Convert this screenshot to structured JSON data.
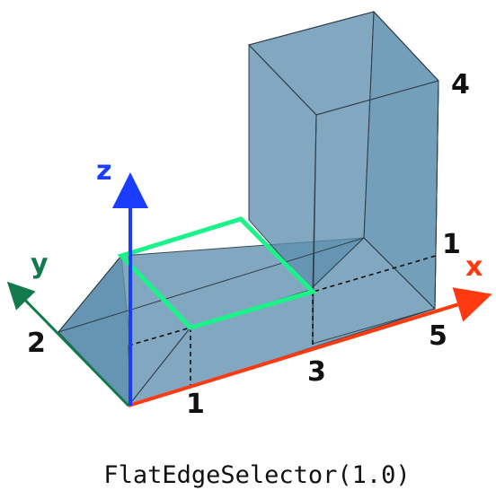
{
  "axes": {
    "x": {
      "label": "x",
      "color": "#ff3a10"
    },
    "y": {
      "label": "y",
      "color": "#127a4c"
    },
    "z": {
      "label": "z",
      "color": "#1a3cff"
    }
  },
  "dimensions": {
    "x_near": "1",
    "x_mid": "3",
    "x_far": "5",
    "y_width": "2",
    "z_low": "1",
    "z_high": "4"
  },
  "colors": {
    "solid_fill": "#5d8fae",
    "edge": "#333333",
    "selected_edge": "#1cf28a"
  },
  "caption": "FlatEdgeSelector(1.0)"
}
